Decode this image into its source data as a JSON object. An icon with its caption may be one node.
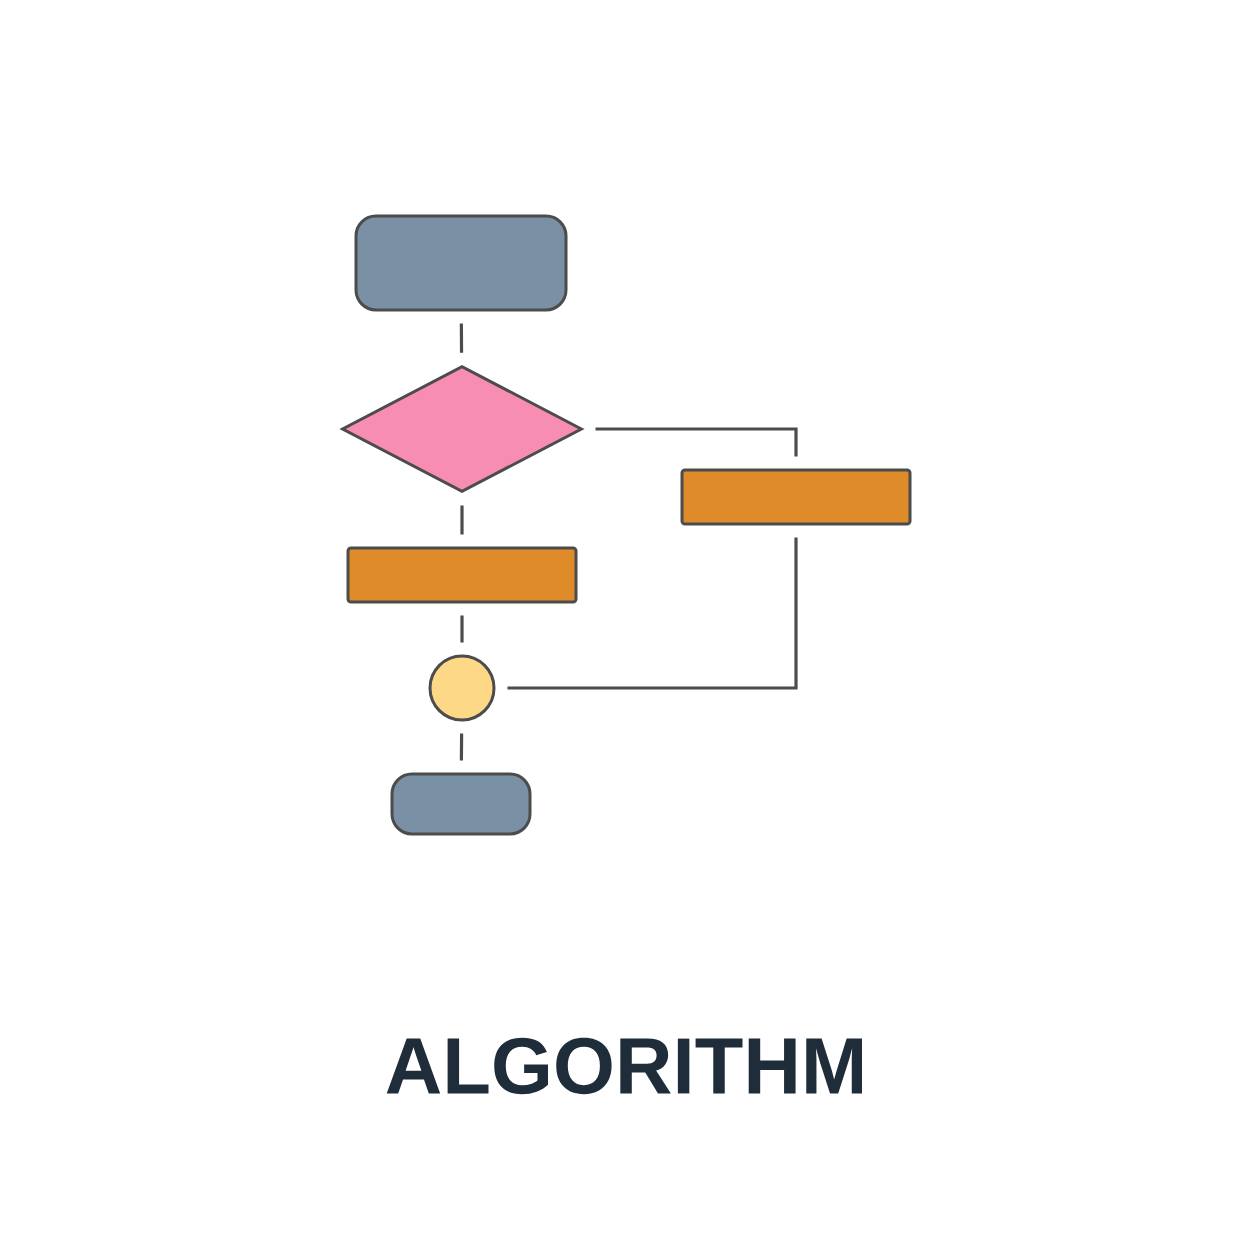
{
  "diagram": {
    "title": "ALGORITHM",
    "nodes": [
      {
        "text": [],
        "shape": "box"
      },
      {
        "text": [],
        "shape": "diamond"
      },
      {
        "text": [],
        "shape": "bar"
      },
      {
        "text": [],
        "shape": "bar"
      },
      {
        "text": [],
        "shape": "circle"
      },
      {
        "text": [],
        "shape": "box"
      }
    ],
    "edges": [
      {
        "from": 0,
        "to": 1,
        "arrow": "none"
      },
      {
        "from": 1,
        "to": 2,
        "arrow": "none"
      },
      {
        "from": 1,
        "to": 3,
        "arrow": "none"
      },
      {
        "from": 3,
        "to": 4,
        "arrow": "none"
      },
      {
        "from": 2,
        "to": 4,
        "arrow": "none"
      },
      {
        "from": 4,
        "to": 5,
        "arrow": "none"
      }
    ]
  }
}
